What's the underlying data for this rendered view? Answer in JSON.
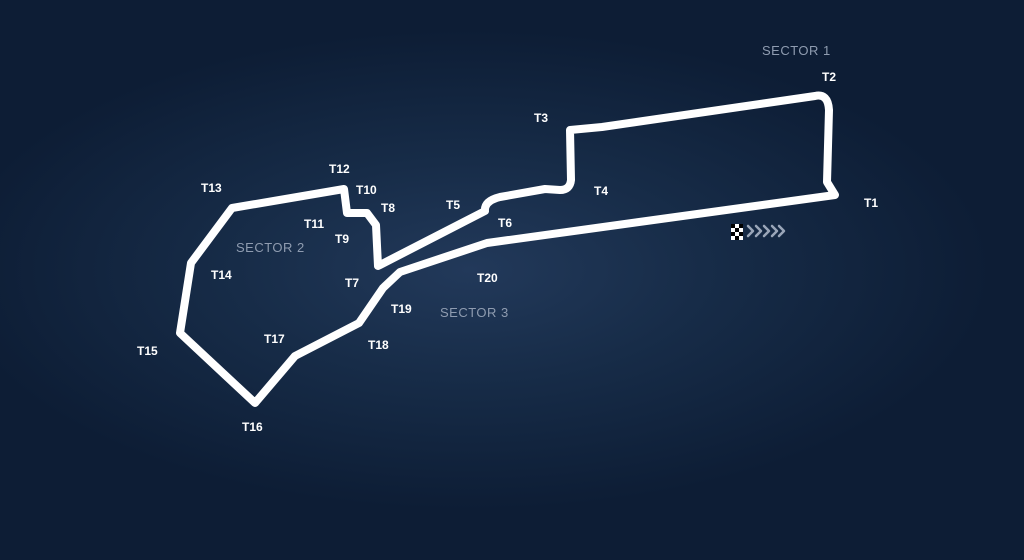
{
  "colors": {
    "background": "#0d1d35",
    "track": "#ffffff",
    "turn_label": "#ffffff",
    "sector_label": "#8f9cb0",
    "start_arrow": "#9aa6b8"
  },
  "sectors": [
    "SECTOR 1",
    "SECTOR 2",
    "SECTOR 3"
  ],
  "turns": [
    "T1",
    "T2",
    "T3",
    "T4",
    "T5",
    "T6",
    "T7",
    "T8",
    "T9",
    "T10",
    "T11",
    "T12",
    "T13",
    "T14",
    "T15",
    "T16",
    "T17",
    "T18",
    "T19",
    "T20"
  ],
  "start_finish": {
    "icon": "checkered-flag-icon",
    "direction_icon": "chevron-arrows-icon"
  }
}
